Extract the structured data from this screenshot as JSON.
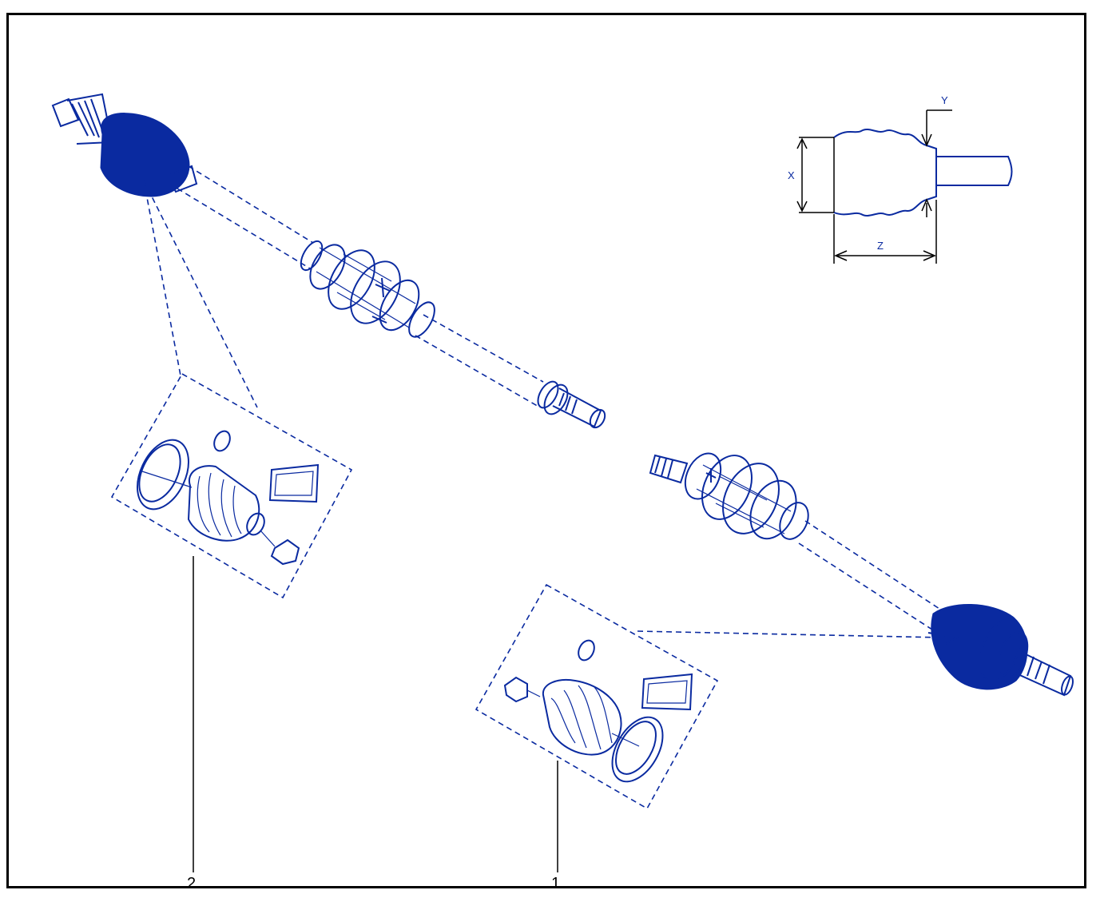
{
  "callouts": [
    {
      "id": "callout-1",
      "label": "1"
    },
    {
      "id": "callout-2",
      "label": "2"
    }
  ],
  "dimension_labels": {
    "x": "X",
    "y": "Y",
    "z": "Z"
  },
  "colors": {
    "ink": "#0a2aa0",
    "frame": "#000000"
  }
}
